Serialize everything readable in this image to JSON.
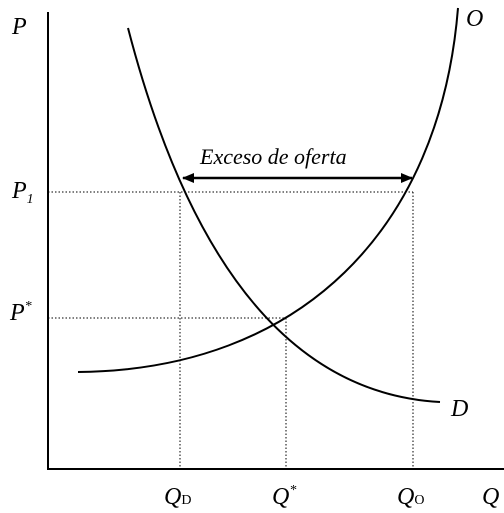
{
  "axes": {
    "y_label": "P",
    "x_label": "Q"
  },
  "curves": {
    "supply_label": "O",
    "demand_label": "D"
  },
  "price_ticks": {
    "p1_main": "P",
    "p1_sub": "1",
    "pstar_main": "P",
    "pstar_sup": "*"
  },
  "quantity_ticks": {
    "qd_main": "Q",
    "qd_sub": "D",
    "qstar_main": "Q",
    "qstar_sup": "*",
    "qo_main": "Q",
    "qo_sub": "O"
  },
  "annotation": {
    "excess_label": "Exceso de oferta"
  }
}
